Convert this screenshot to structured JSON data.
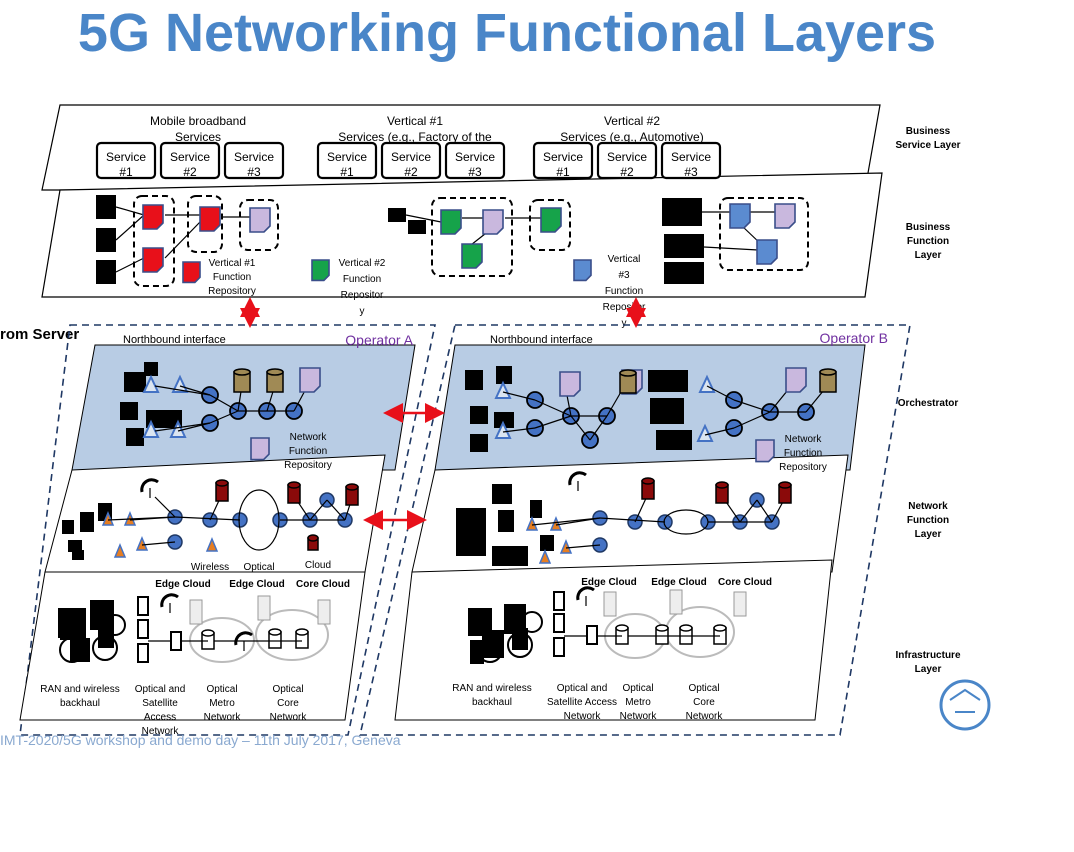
{
  "title": "5G Networking Functional Layers",
  "business_service": {
    "groups": [
      {
        "name": "Mobile broadband Services",
        "services": [
          "Service #1",
          "Service #2",
          "Service #3"
        ]
      },
      {
        "name": "Vertical #1 Services (e.g., Factory of the",
        "services": [
          "Service #1",
          "Service #2",
          "Service #3"
        ]
      },
      {
        "name": "Vertical #2 Services (e.g., Automotive)",
        "services": [
          "Service #1",
          "Service #2",
          "Service #3"
        ]
      }
    ]
  },
  "business_function": {
    "repositories": [
      {
        "label_lines": [
          "Vertical #1",
          "Function",
          "Repository"
        ]
      },
      {
        "label_lines": [
          "Vertical #2",
          "Function",
          "Repositor",
          "y"
        ]
      },
      {
        "label_lines": [
          "Vertical",
          "#3",
          "Function",
          "Repositor",
          "y"
        ]
      }
    ]
  },
  "layers": [
    {
      "line1": "Business",
      "line2": "Service Layer",
      "line3": ""
    },
    {
      "line1": "Business",
      "line2": "Function",
      "line3": "Layer"
    },
    {
      "line1": "Orchestrator",
      "line2": "",
      "line3": ""
    },
    {
      "line1": "Network",
      "line2": "Function",
      "line3": "Layer"
    },
    {
      "line1": "Infrastructure",
      "line2": "Layer",
      "line3": ""
    }
  ],
  "server_label": "rom Server",
  "operators": [
    {
      "name": "Operator A",
      "northbound": "Northbound interface",
      "repo_lines": [
        "Network",
        "Function",
        "Repository"
      ],
      "nf_labels": [
        "Wireless",
        "Optical",
        "Cloud"
      ],
      "clouds": [
        "Edge Cloud",
        "Edge Cloud",
        "Core Cloud"
      ],
      "infra_labels": [
        {
          "lines": [
            "RAN and wireless",
            "backhaul"
          ]
        },
        {
          "lines": [
            "Optical  and",
            "Satellite",
            "Access",
            "Network"
          ]
        },
        {
          "lines": [
            "Optical",
            "Metro",
            "Network"
          ]
        },
        {
          "lines": [
            "Optical",
            "Core",
            "Network"
          ]
        }
      ]
    },
    {
      "name": "Operator B",
      "northbound": "Northbound interface",
      "repo_lines": [
        "Network",
        "Function",
        "Repository"
      ],
      "nf_labels": [],
      "clouds": [
        "Edge Cloud",
        "Edge Cloud",
        "Core Cloud"
      ],
      "infra_labels": [
        {
          "lines": [
            "RAN and wireless",
            "backhaul"
          ]
        },
        {
          "lines": [
            "Optical  and",
            "Satellite Access",
            "Network"
          ]
        },
        {
          "lines": [
            "Optical",
            "Metro",
            "Network"
          ]
        },
        {
          "lines": [
            "Optical",
            "Core",
            "Network"
          ]
        }
      ]
    }
  ],
  "footer": "IMT-2020/5G workshop and demo day – 11th July 2017, Geneva",
  "colors": {
    "title": "#4a86c8",
    "orchestrator": "#b8cce4",
    "red_function": "#e8101a",
    "green_function": "#16a34a",
    "lavender_function": "#c9b8de",
    "blue_function": "#5b8bd0",
    "node": "#4472c4",
    "database": "#a08a55",
    "dark_red_db": "#8b0a0a",
    "arrow": "#e8101a",
    "operator": "#7030a0"
  }
}
